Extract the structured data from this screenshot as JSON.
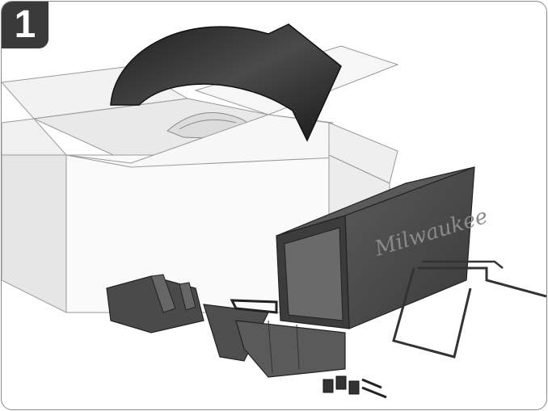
{
  "step": {
    "number": "1",
    "badge_color": "#3a3a3a"
  },
  "illustration": {
    "brand_text": "Milwaukee",
    "parts": [
      "open-cardboard-box",
      "curved-unpack-arrow",
      "grass-bag-frame",
      "grass-bag-side-panel",
      "rear-chute-guard",
      "bag-bracket",
      "hardware-bolts"
    ]
  },
  "colors": {
    "part_dark": "#4a4a4a",
    "part_mid": "#6b6b6b",
    "box_light": "#f4f4f4",
    "arrow_dark": "#2e2e2e"
  }
}
